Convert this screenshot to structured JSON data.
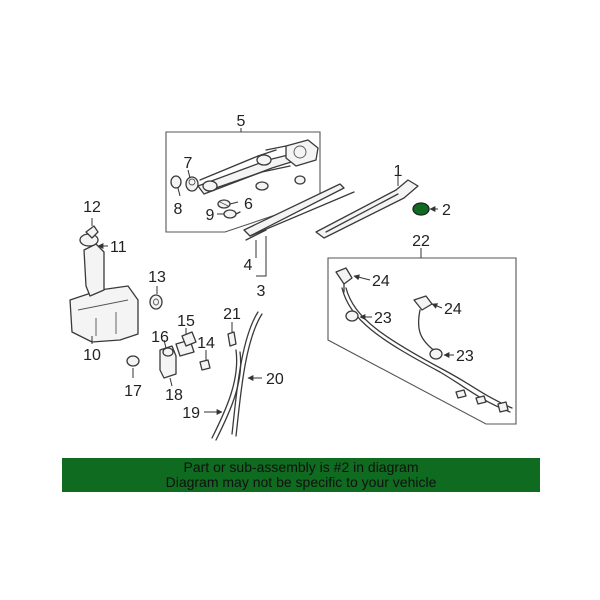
{
  "callouts": {
    "c1": "1",
    "c2": "2",
    "c3": "3",
    "c4": "4",
    "c5": "5",
    "c6": "6",
    "c7": "7",
    "c8": "8",
    "c9": "9",
    "c10": "10",
    "c11": "11",
    "c12": "12",
    "c13": "13",
    "c14": "14",
    "c15": "15",
    "c16": "16",
    "c17": "17",
    "c18": "18",
    "c19": "19",
    "c20": "20",
    "c21": "21",
    "c22": "22",
    "c23a": "23",
    "c23b": "23",
    "c24a": "24",
    "c24b": "24"
  },
  "banner": {
    "line1": "Part or sub-assembly is #2 in diagram",
    "line2": "Diagram may not be specific to your vehicle"
  },
  "colors": {
    "banner_bg": "#0f6b1f",
    "highlight_part": "#0f6b1f"
  }
}
